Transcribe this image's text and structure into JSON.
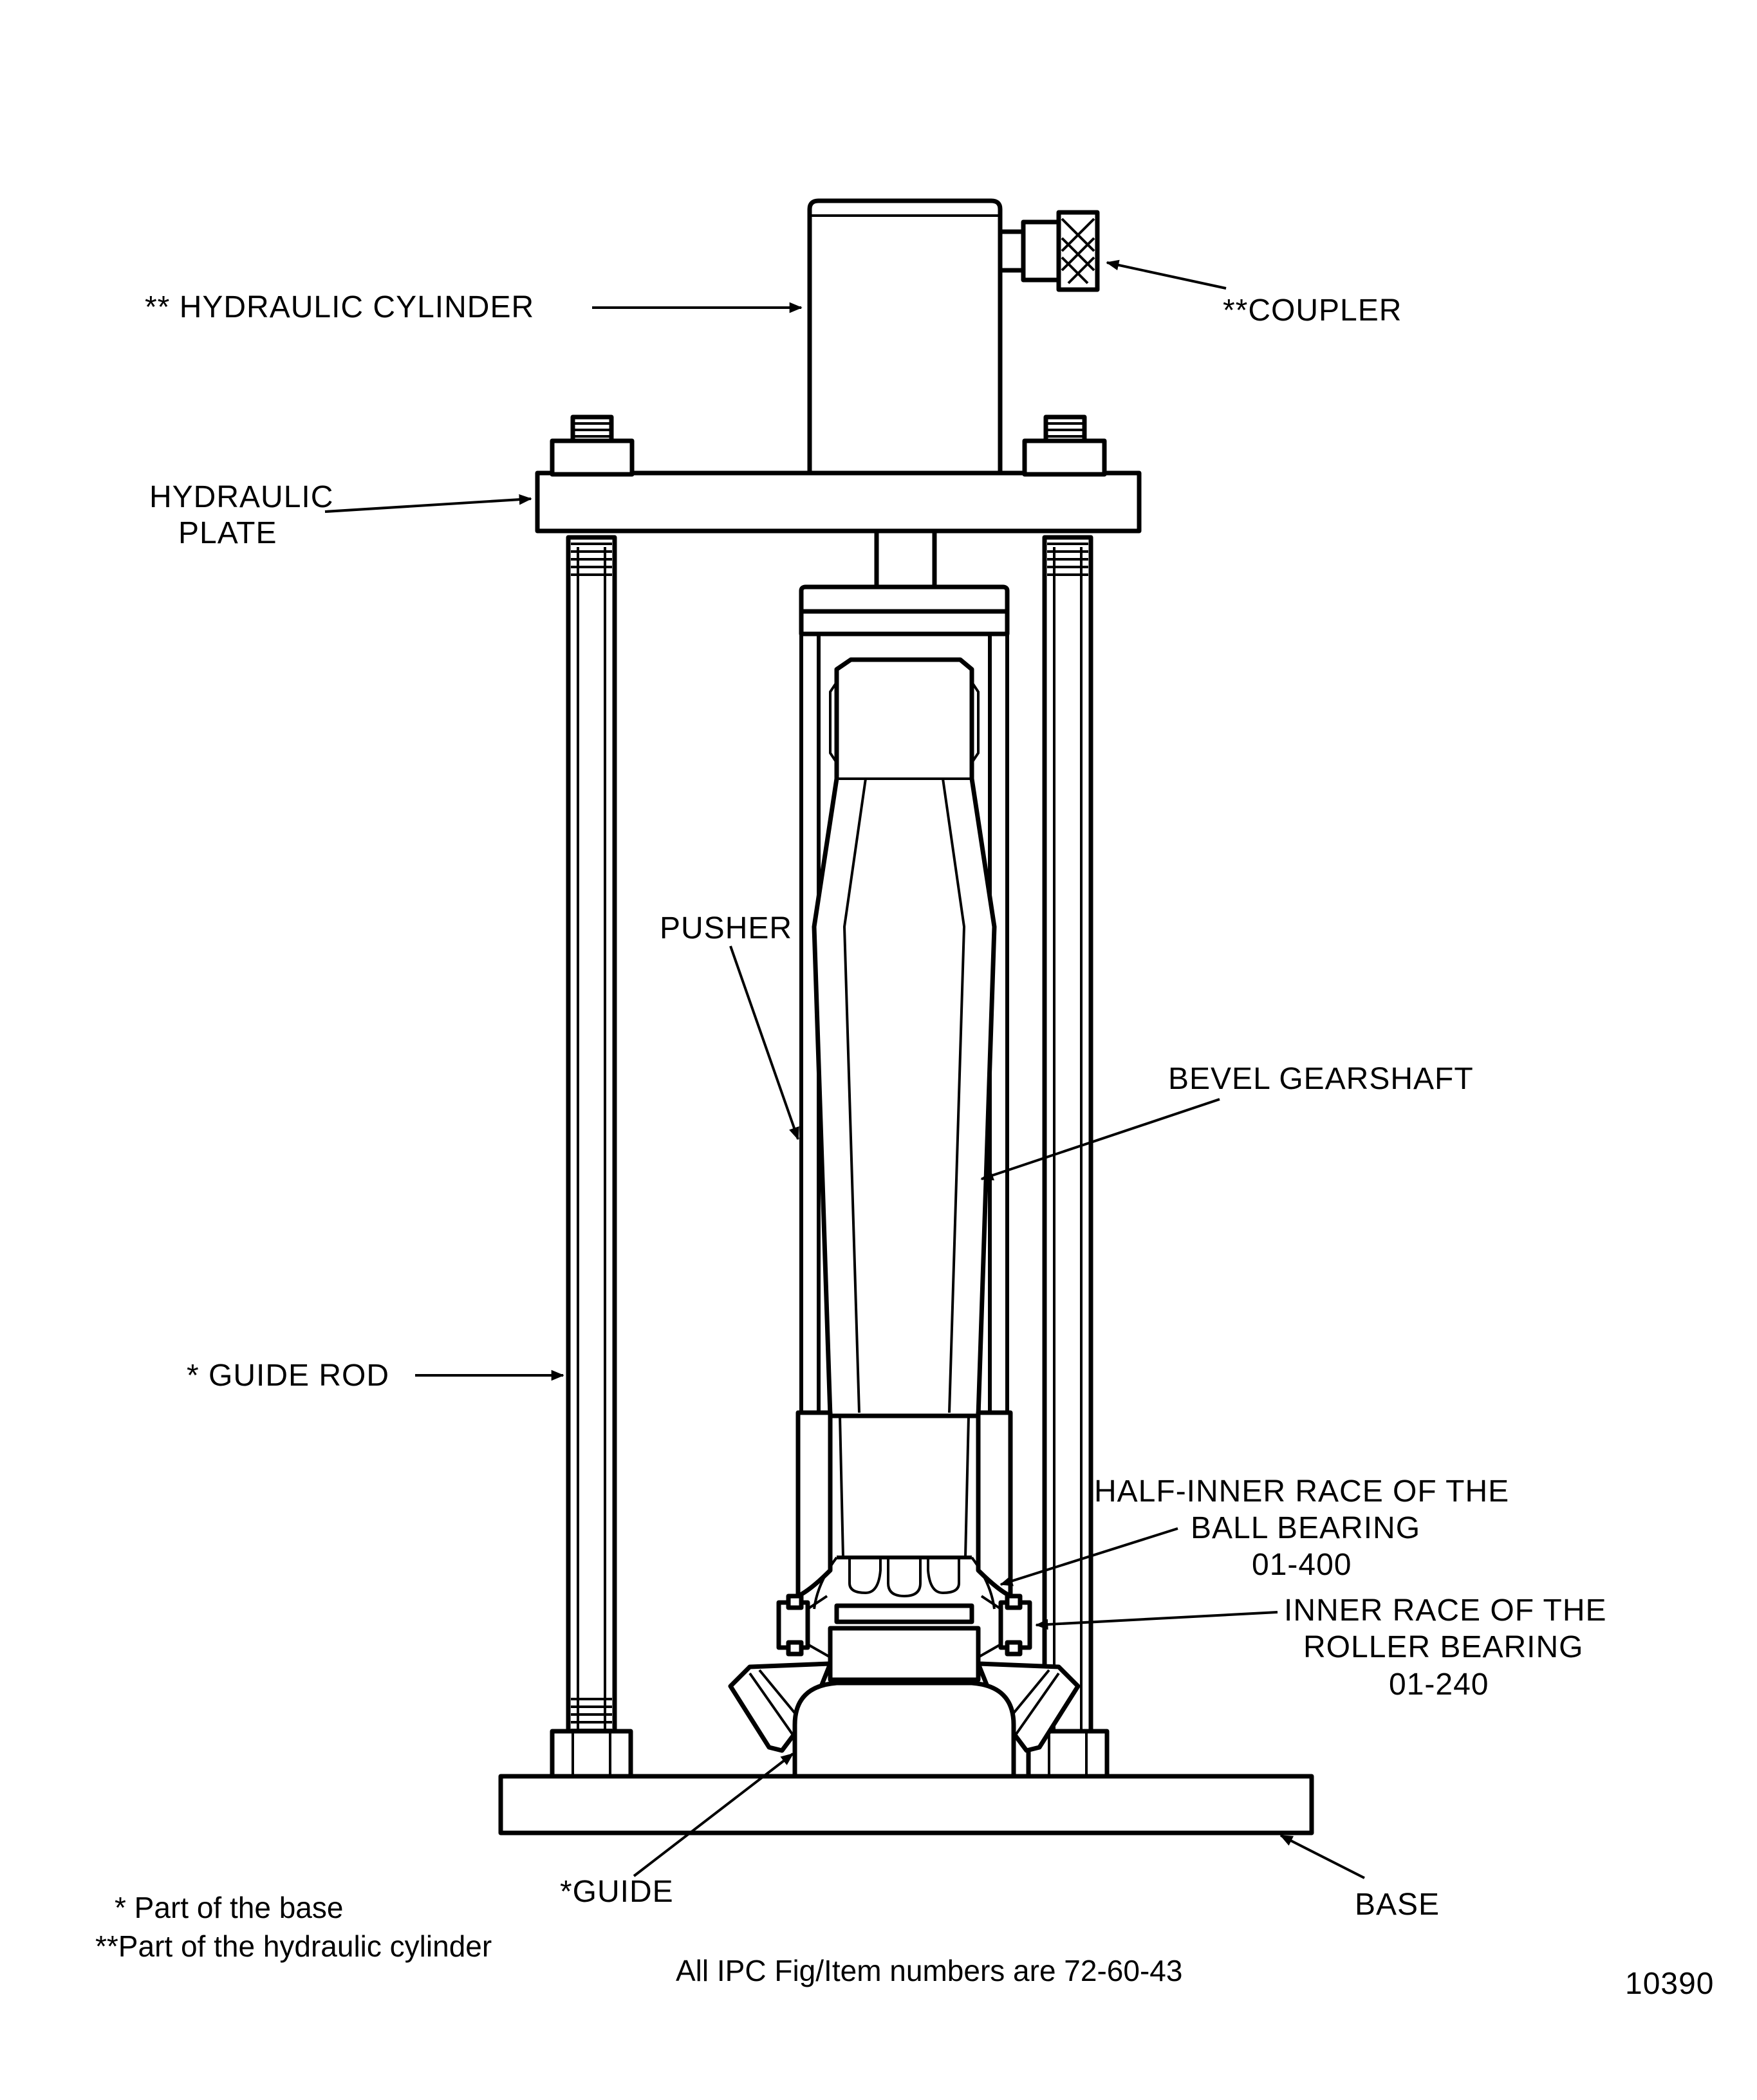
{
  "labels": {
    "hydraulic_cylinder": "** HYDRAULIC CYLINDER",
    "coupler": "**COUPLER",
    "hydraulic_plate_line1": "HYDRAULIC",
    "hydraulic_plate_line2": "PLATE",
    "pusher": "PUSHER",
    "bevel_gearshaft": "BEVEL GEARSHAFT",
    "guide_rod": "* GUIDE ROD",
    "half_inner_race_line1": "HALF-INNER RACE OF THE",
    "half_inner_race_line2": "BALL BEARING",
    "half_inner_race_line3": "01-400",
    "inner_race_line1": "INNER RACE OF THE",
    "inner_race_line2": "ROLLER BEARING",
    "inner_race_line3": "01-240",
    "guide": "*GUIDE",
    "base": "BASE"
  },
  "footnotes": {
    "single_star": "* Part of the base",
    "double_star": "**Part of the hydraulic cylinder"
  },
  "caption": "All IPC Fig/Item numbers are 72-60-43",
  "figure_number": "10390"
}
